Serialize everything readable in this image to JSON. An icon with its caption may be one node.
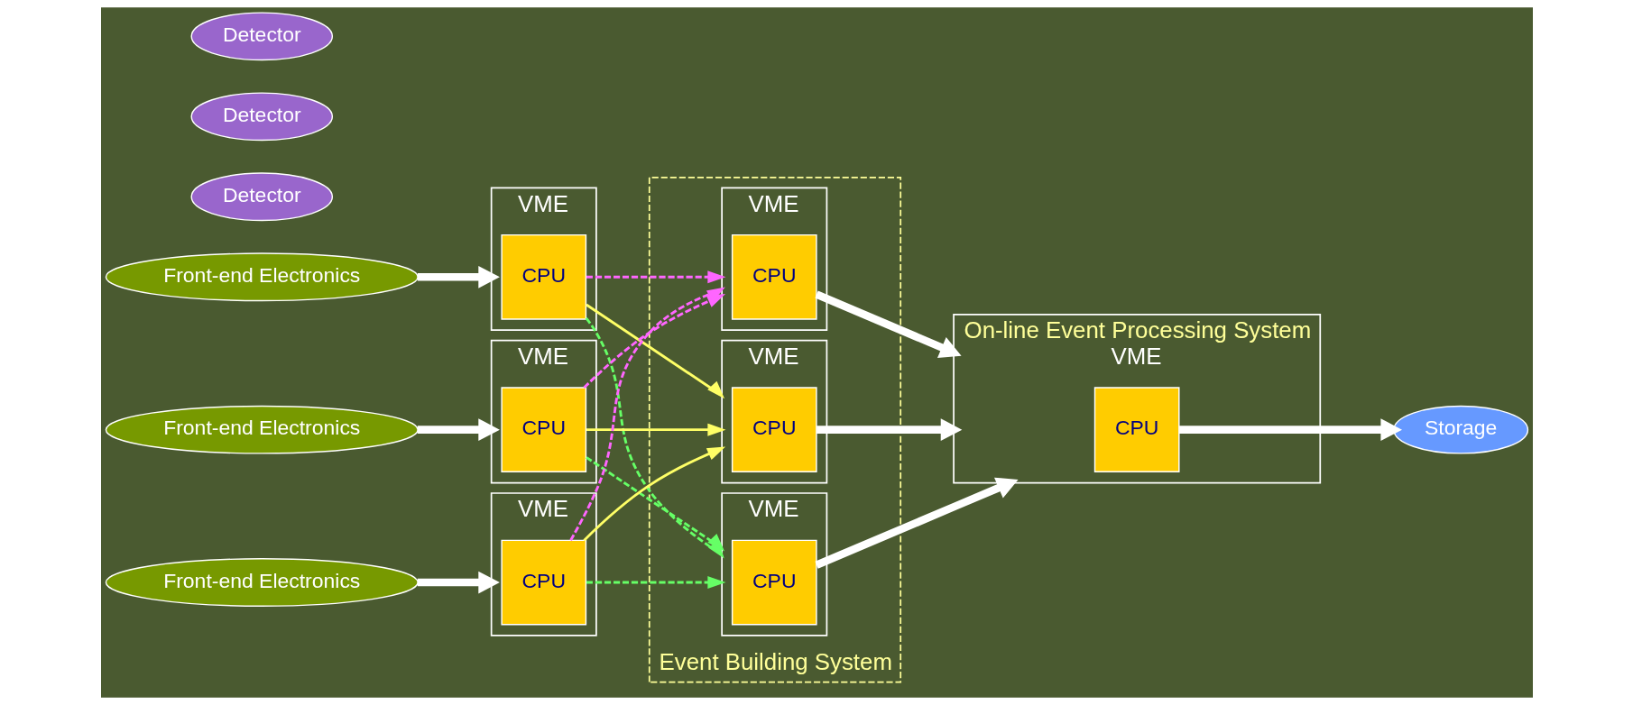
{
  "diagram": {
    "nodes": [
      {
        "text": [
          "Event Building System"
        ]
      },
      {
        "text": [
          "Detector"
        ]
      },
      {
        "text": [
          "Front-end Electronics"
        ]
      },
      {
        "text": [
          "VME"
        ]
      },
      {
        "text": [
          "CPU"
        ],
        "in": 3
      },
      {
        "text": [
          "Detector"
        ]
      },
      {
        "text": [
          "Front-end Electronics"
        ]
      },
      {
        "text": [
          "VME"
        ]
      },
      {
        "text": [
          "CPU"
        ],
        "in": 7
      },
      {
        "text": [
          "Detector"
        ]
      },
      {
        "text": [
          "Front-end Electronics"
        ]
      },
      {
        "text": [
          "VME"
        ]
      },
      {
        "text": [
          "CPU"
        ],
        "in": 11
      },
      {
        "text": [
          "VME"
        ],
        "in": 0
      },
      {
        "text": [
          "CPU"
        ],
        "in": 13
      },
      {
        "text": [
          "VME"
        ],
        "in": 0
      },
      {
        "text": [
          "CPU"
        ],
        "in": 15
      },
      {
        "text": [
          "VME"
        ],
        "in": 0
      },
      {
        "text": [
          "CPU"
        ],
        "in": 17
      },
      {
        "text": [
          "On-line Event Processing System",
          "VME"
        ]
      },
      {
        "text": [
          "CPU"
        ],
        "in": 19
      },
      {
        "text": [
          "Storage"
        ]
      }
    ],
    "edges": [
      {
        "from": 2,
        "to": 3,
        "arrow": "to",
        "style": "thick",
        "color": "#ffffff"
      },
      {
        "from": 6,
        "to": 7,
        "arrow": "to",
        "style": "thick",
        "color": "#ffffff"
      },
      {
        "from": 10,
        "to": 11,
        "arrow": "to",
        "style": "thick",
        "color": "#ffffff"
      },
      {
        "from": 4,
        "to": 13,
        "arrow": "to",
        "color": "#ffff66"
      },
      {
        "from": 4,
        "to": 15,
        "arrow": "to",
        "style": "dashed",
        "color": "#66ff66"
      },
      {
        "from": 4,
        "to": 17,
        "arrow": "to",
        "style": "dashed",
        "color": "#ff66ff"
      },
      {
        "from": 8,
        "to": 13,
        "arrow": "to",
        "color": "#ffff66"
      },
      {
        "from": 8,
        "to": 15,
        "arrow": "to",
        "style": "dashed",
        "color": "#66ff66"
      },
      {
        "from": 8,
        "to": 17,
        "arrow": "to",
        "style": "dashed",
        "color": "#ff66ff"
      },
      {
        "from": 12,
        "to": 13,
        "arrow": "to",
        "color": "#ffff66"
      },
      {
        "from": 12,
        "to": 15,
        "arrow": "to",
        "style": "dashed",
        "color": "#66ff66"
      },
      {
        "from": 12,
        "to": 17,
        "arrow": "to",
        "style": "dashed",
        "color": "#ff66ff"
      },
      {
        "from": 14,
        "to": 19,
        "arrow": "to",
        "style": "thick",
        "color": "#ffffff"
      },
      {
        "from": 16,
        "to": 19,
        "arrow": "to",
        "style": "thick",
        "color": "#ffffff"
      },
      {
        "from": 18,
        "to": 19,
        "arrow": "to",
        "style": "thick",
        "color": "#ffffff"
      },
      {
        "from": 20,
        "to": 21,
        "arrow": "to",
        "style": "thick",
        "color": "#ffffff"
      }
    ]
  }
}
